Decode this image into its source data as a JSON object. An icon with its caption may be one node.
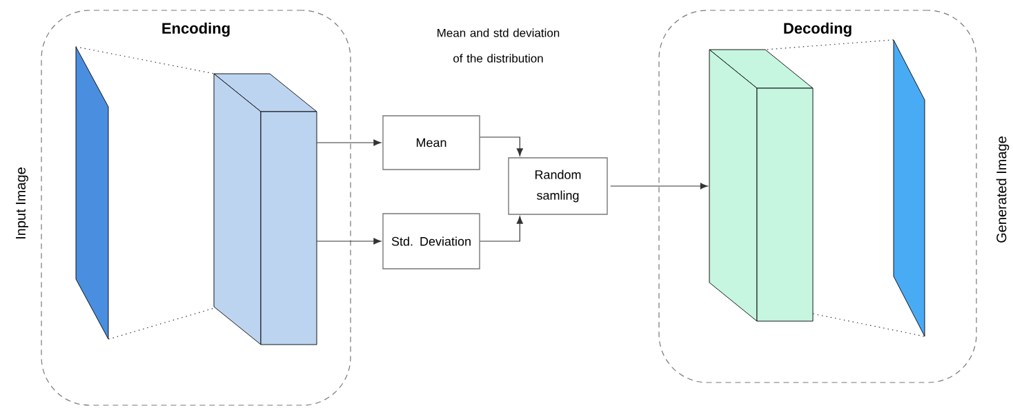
{
  "diagram": {
    "nodes": [
      {
        "text": [
          "Encoding"
        ]
      },
      {
        "text": [],
        "shape": "parallelogram",
        "in": 0
      },
      {
        "text": [],
        "shape": "cuboid",
        "in": 0
      },
      {
        "text": [
          "Mean"
        ]
      },
      {
        "text": [
          "Std. Deviation"
        ]
      },
      {
        "text": [
          "Random samling"
        ]
      },
      {
        "text": [
          "Decoding"
        ]
      },
      {
        "text": [],
        "shape": "cuboid",
        "in": 6
      },
      {
        "text": [],
        "shape": "parallelogram",
        "in": 6
      }
    ],
    "edges": [
      {
        "from": 2,
        "to": 3,
        "arrow": "to"
      },
      {
        "from": 2,
        "to": 4,
        "arrow": "to"
      },
      {
        "from": 3,
        "to": 5,
        "arrow": "to"
      },
      {
        "from": 4,
        "to": 5,
        "arrow": "to"
      },
      {
        "from": 5,
        "to": 7,
        "arrow": "to"
      },
      {
        "from": 1,
        "to": 2,
        "arrow": "none",
        "style": "dashed"
      },
      {
        "from": 1,
        "to": 2,
        "arrow": "none",
        "style": "dashed"
      },
      {
        "from": 7,
        "to": 8,
        "arrow": "none",
        "style": "dashed"
      },
      {
        "from": 7,
        "to": 8,
        "arrow": "none",
        "style": "dashed"
      }
    ],
    "labels": [
      "Input Image",
      "Mean and std deviation of the distribution",
      "Generated Image"
    ]
  }
}
